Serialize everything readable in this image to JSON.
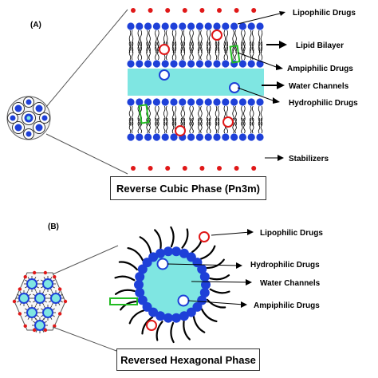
{
  "panel_a": {
    "tag": "(A)",
    "caption": "Reverse Cubic Phase (Pn3m)",
    "labels": [
      "Lipophilic Drugs",
      "Lipid Bilayer",
      "Ampiphilic Drugs",
      "Water Channels",
      "Hydrophilic Drugs",
      "Stabilizers"
    ]
  },
  "panel_b": {
    "tag": "(B)",
    "caption": "Reversed Hexagonal Phase",
    "labels": [
      "Lipophilic Drugs",
      "Hydrophilic Drugs",
      "Water Channels",
      "Ampiphilic Drugs"
    ]
  },
  "colors": {
    "head": "#1e40d8",
    "water": "#7fe6e2",
    "drug": "#e01818",
    "amphiphilic": "#22bb22",
    "tail": "#000000"
  }
}
